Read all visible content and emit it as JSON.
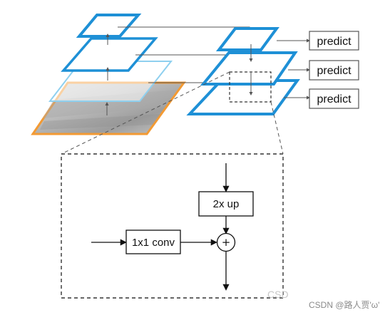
{
  "predict_labels": [
    "predict",
    "predict",
    "predict"
  ],
  "upsample_label": "2x up",
  "conv_label": "1x1 conv",
  "add_symbol": "+",
  "faint_watermark": "CSD",
  "watermark": "CSDN @路人贾'ω'",
  "colors": {
    "pyramid_blue": "#1e90d6",
    "light_blue": "#8fd0ef",
    "orange": "#f39a33",
    "line": "#444444"
  }
}
